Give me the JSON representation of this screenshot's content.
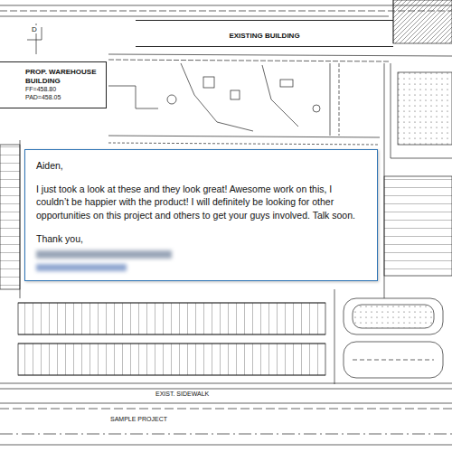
{
  "diagram": {
    "nodes": [
      {
        "text": [
          "EXISTING BUILDING"
        ]
      },
      {
        "text": [
          "PROP. WAREHOUSE BUILDING",
          "FF=458.80",
          "PAD=458.05"
        ]
      },
      {
        "text": [
          "Aiden,",
          "I just took a look at these and they look great! Awesome work on this, I couldn’t be happier with the product! I will definitely be looking for other opportunities on this project and others to get your guys involved. Talk soon.",
          "Thank you,"
        ]
      }
    ],
    "labels": [
      "D",
      "EXIST. SIDEWALK",
      "SAMPLE PROJECT"
    ]
  }
}
